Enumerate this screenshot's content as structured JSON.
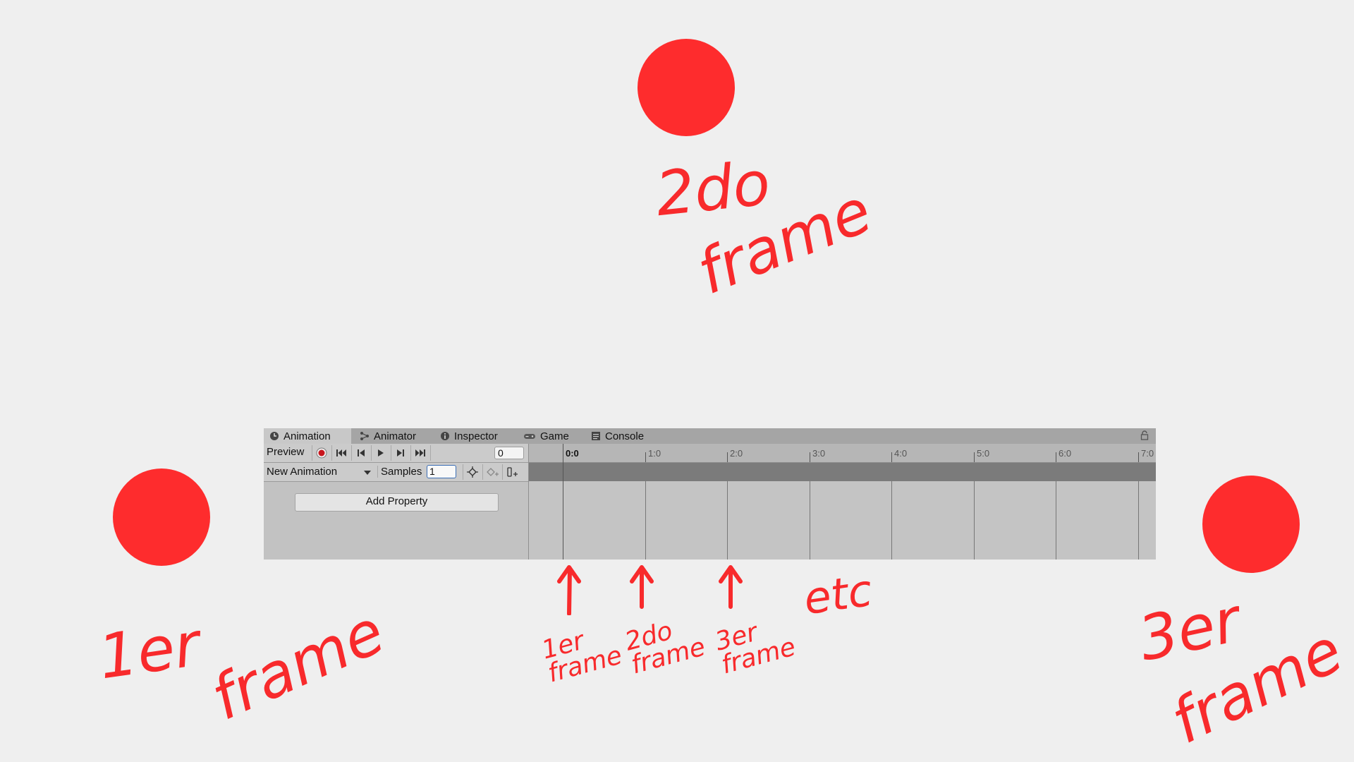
{
  "annotations": {
    "second_frame": [
      "2do",
      "frame"
    ],
    "first_frame": [
      "1er",
      "frame"
    ],
    "third_frame": [
      "3er",
      "frame"
    ],
    "etc": "etc",
    "note_1": "1er\nframe",
    "note_2": "2do\nframe",
    "note_3": "3er\nframe"
  },
  "colors": {
    "accent": "#fe2c2d",
    "ink": "#f82a2c"
  },
  "window": {
    "tabs": [
      {
        "label": "Animation",
        "icon": "clock-icon",
        "active": true
      },
      {
        "label": "Animator",
        "icon": "node-graph-icon",
        "active": false
      },
      {
        "label": "Inspector",
        "icon": "info-icon",
        "active": false
      },
      {
        "label": "Game",
        "icon": "gamepad-icon",
        "active": false
      },
      {
        "label": "Console",
        "icon": "console-icon",
        "active": false
      }
    ],
    "toolbar": {
      "preview_label": "Preview",
      "frame_value": "0",
      "tools": [
        "record-icon",
        "first-key-icon",
        "prev-key-icon",
        "play-icon",
        "next-key-icon",
        "last-key-icon"
      ]
    },
    "clip": {
      "name": "New Animation",
      "samples_label": "Samples",
      "samples_value": "1",
      "key_tools": [
        "crosshair-icon",
        "add-keyframe-icon",
        "add-event-icon"
      ]
    },
    "add_property_label": "Add Property",
    "timeline": {
      "ticks": [
        "0:0",
        "1:0",
        "2:0",
        "3:0",
        "4:0",
        "5:0",
        "6:0",
        "7:0"
      ]
    }
  }
}
